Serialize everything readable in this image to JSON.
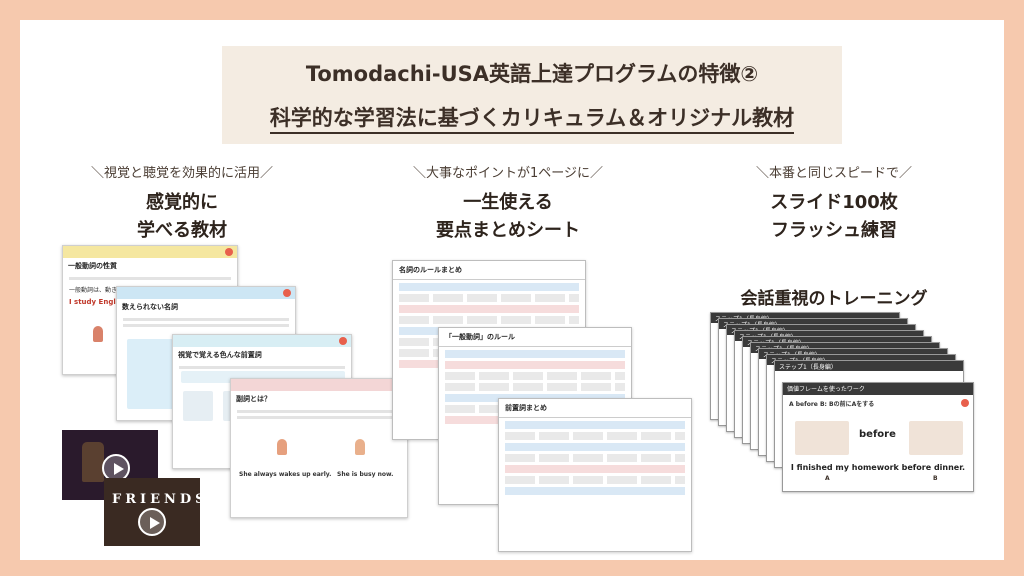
{
  "header": {
    "title_line1": "Tomodachi-USA英語上達プログラムの特徴②",
    "title_line2": "科学的な学習法に基づくカリキュラム＆オリジナル教材"
  },
  "features": [
    {
      "subtitle": "＼視覚と聴覚を効果的に活用／",
      "heading_line1": "感覚的に",
      "heading_line2": "学べる教材"
    },
    {
      "subtitle": "＼大事なポイントが1ページに／",
      "heading_line1": "一生使える",
      "heading_line2": "要点まとめシート"
    },
    {
      "subtitle": "＼本番と同じスピードで／",
      "heading_line1": "スライド100枚",
      "heading_line2": "フラッシュ練習"
    }
  ],
  "extra_label": "会話重視のトレーニング",
  "materials": {
    "card1_title": "一般動詞の性質",
    "card1_text": "一般動詞は、動きや動作を表します。",
    "card1_example": "I study English",
    "card2_title": "数えられない名詞",
    "card3_title": "視覚で覚える色んな前置詞",
    "card4_title": "副詞とは？",
    "card4_ex1": "She always wakes up early.",
    "card4_ex2": "She is busy now.",
    "video2_label": "FRIENDS"
  },
  "sheets": {
    "sheet1_title": "名詞のルールまとめ",
    "sheet2_title": "「一般動詞」のルール",
    "sheet3_title": "前置詞まとめ"
  },
  "slides": {
    "stack_tag": "ステップ1（長身編）",
    "front_tag": "価値フレームを使ったワーク",
    "front_sub": "A before B: Bの前にAをする",
    "front_word": "before",
    "front_sentence": "I finished my homework before dinner.",
    "label_a": "A",
    "label_b": "B"
  },
  "colors": {
    "background": "#f6c9ae",
    "title_box": "#f4ece2",
    "accent_red": "#e8604c"
  }
}
